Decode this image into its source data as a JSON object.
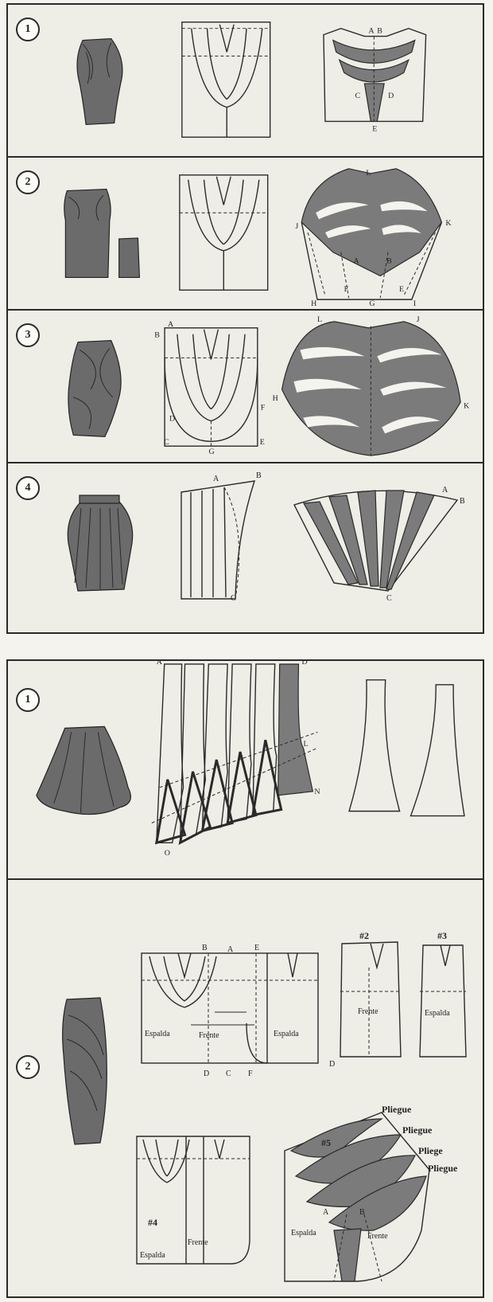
{
  "board1": {
    "panels": [
      {
        "number": "1",
        "labels": {
          "a": "A",
          "b": "B",
          "c": "C",
          "d": "D",
          "e": "E"
        }
      },
      {
        "number": "2",
        "labels": {
          "l": "L",
          "j": "J",
          "k": "K",
          "a": "A",
          "b": "B",
          "f": "F",
          "h": "H",
          "g": "G",
          "i": "I",
          "e": "E"
        }
      },
      {
        "number": "3",
        "labels": {
          "a": "A",
          "b": "B",
          "d": "D",
          "c": "C",
          "g": "G",
          "e": "E",
          "f": "F",
          "l": "L",
          "j": "J",
          "h": "H",
          "k": "K"
        }
      },
      {
        "number": "4",
        "labels": {
          "a": "A",
          "b": "B",
          "c": "C",
          "a2": "A",
          "b2": "B",
          "c2": "C"
        }
      }
    ]
  },
  "board2": {
    "panels": [
      {
        "number": "1",
        "labels": {
          "a": "A",
          "d": "D",
          "l": "L",
          "n": "N",
          "o": "O"
        }
      },
      {
        "number": "2",
        "labels": {
          "b": "B",
          "a": "A",
          "e": "E",
          "d": "D",
          "c": "C",
          "f": "F",
          "espalda1": "Espalda",
          "frente1": "Frente",
          "espalda2": "Espalda",
          "n2": "#2",
          "n3": "#3",
          "frente2": "Frente",
          "espalda3": "Espalda",
          "d2": "D",
          "n4": "#4",
          "espalda4": "Espalda",
          "frente4": "Frente",
          "n5": "#5",
          "pliegue1": "Pliegue",
          "pliegue2": "Pliegue",
          "pliege": "Pliege",
          "pliegue3": "Pliegue",
          "a2": "A",
          "b2": "B",
          "espalda5": "Espalda",
          "frente5": "Frente"
        }
      }
    ]
  }
}
